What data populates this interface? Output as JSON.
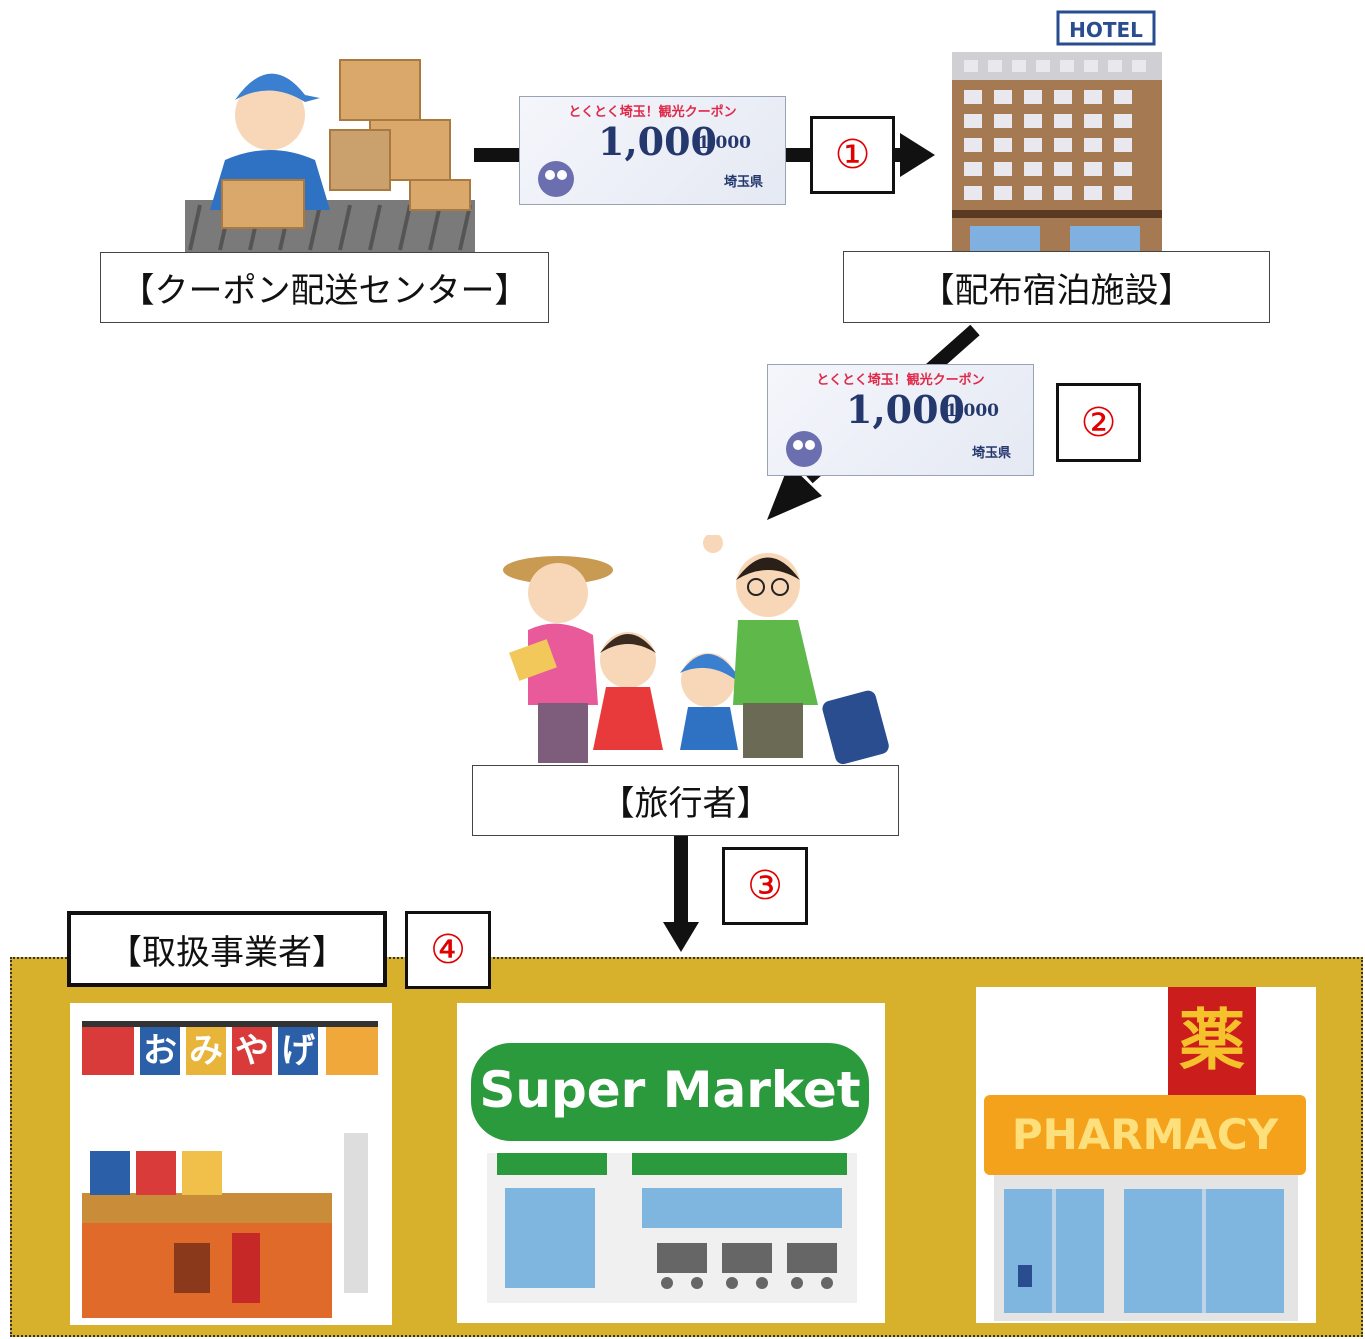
{
  "nodes": {
    "delivery_center": "【クーポン配送センター】",
    "hotel": "【配布宿泊施設】",
    "traveler": "【旅行者】",
    "businesses": "【取扱事業者】"
  },
  "steps": [
    "①",
    "②",
    "③",
    "④"
  ],
  "coupon": {
    "title": "とくとく埼玉！観光クーポン",
    "amount": "1,000",
    "prefecture": "埼玉県"
  },
  "hotel_sign": "HOTEL",
  "shops": {
    "souvenir": [
      "お",
      "み",
      "や",
      "げ"
    ],
    "supermarket": "Super Market",
    "pharmacy": "PHARMACY",
    "pharmacy_kanji": "薬"
  },
  "colors": {
    "step_text": "#e00000",
    "business_area": "#d8b12c",
    "supermarket_green": "#2a9a3c",
    "pharmacy_orange": "#f4a21c"
  }
}
